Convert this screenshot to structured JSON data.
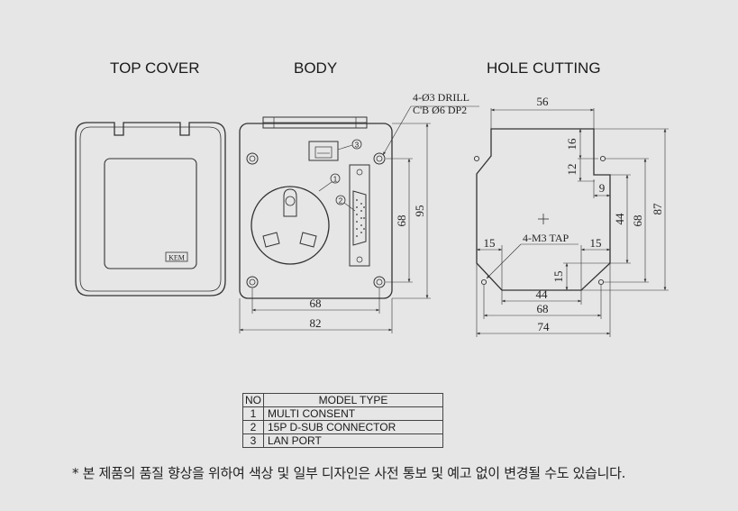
{
  "titles": {
    "top_cover": "TOP COVER",
    "body": "BODY",
    "hole_cutting": "HOLE CUTTING"
  },
  "body_view": {
    "drill_note_1": "4-Ø3 DRILL",
    "drill_note_2": "C'B Ø6 DP2",
    "callout_1": "1",
    "callout_2": "2",
    "callout_3": "3",
    "dim_inner_width": "68",
    "dim_outer_width": "82",
    "dim_inner_height": "68",
    "dim_outer_height": "95",
    "logo": "KEM"
  },
  "hole_view": {
    "dim_top_width": "56",
    "dim_16": "16",
    "dim_12": "12",
    "dim_9": "9",
    "dim_44_v": "44",
    "dim_68_v": "68",
    "dim_87_v": "87",
    "tap_note": "4-M3 TAP",
    "dim_15_left": "15",
    "dim_15_right": "15",
    "dim_15_v": "15",
    "dim_44_h": "44",
    "dim_68_h": "68",
    "dim_74_h": "74"
  },
  "model_table": {
    "header_no": "NO",
    "header_type": "MODEL  TYPE",
    "rows": [
      {
        "no": "1",
        "type": "MULTI CONSENT"
      },
      {
        "no": "2",
        "type": "15P D-SUB CONNECTOR"
      },
      {
        "no": "3",
        "type": "LAN PORT"
      }
    ]
  },
  "footnote": "* 본 제품의 품질 향상을 위하여 색상 및 일부 디자인은 사전 통보 및 예고 없이 변경될 수도 있습니다."
}
